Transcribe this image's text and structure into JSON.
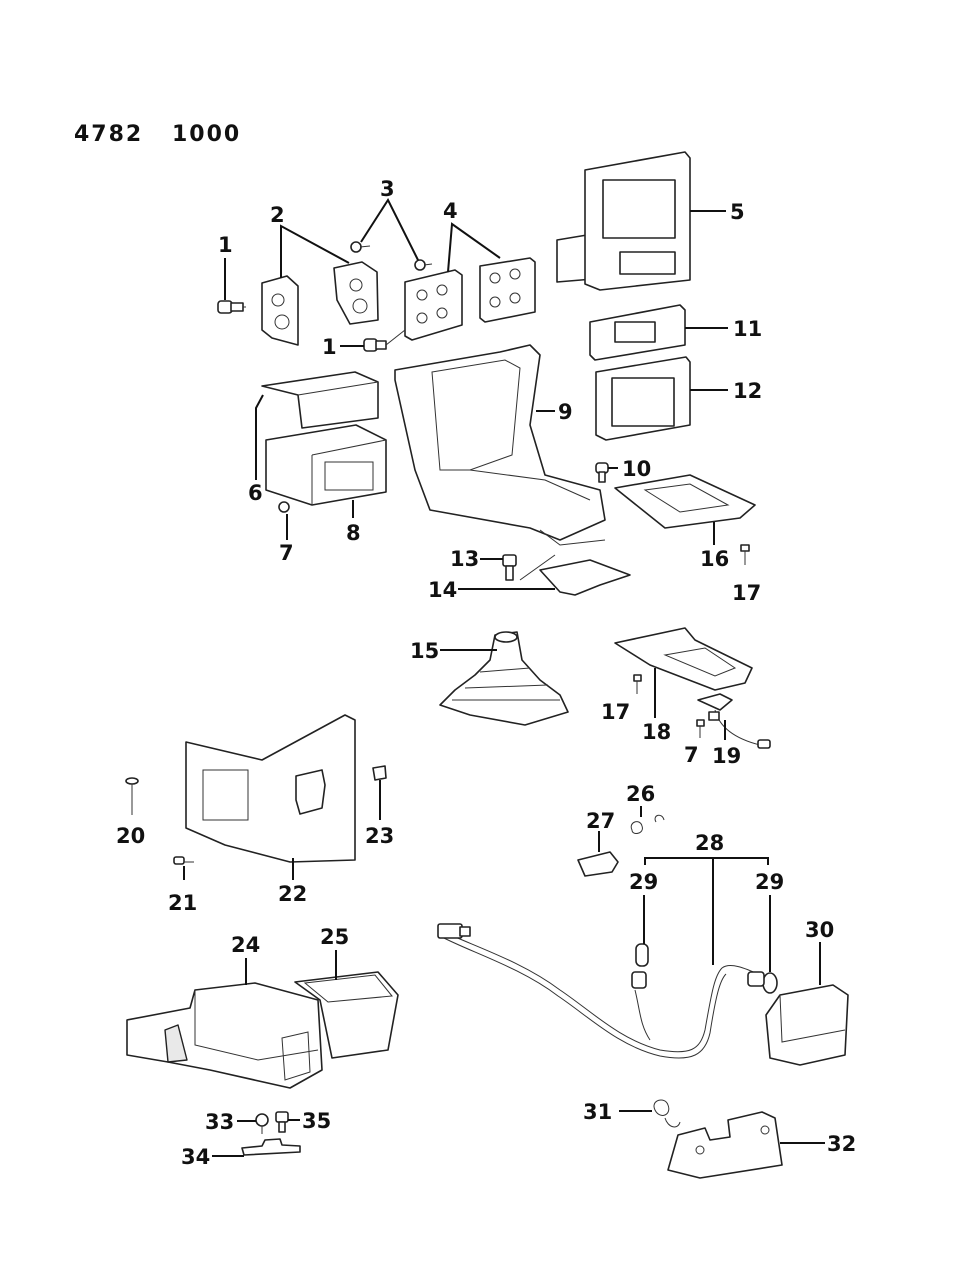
{
  "header": {
    "code_left": "4782",
    "code_right": "1000"
  },
  "callouts": {
    "c1a": "1",
    "c1b": "1",
    "c2": "2",
    "c3": "3",
    "c4": "4",
    "c5": "5",
    "c6": "6",
    "c7a": "7",
    "c7b": "7",
    "c8": "8",
    "c9": "9",
    "c10": "10",
    "c11": "11",
    "c12": "12",
    "c13": "13",
    "c14": "14",
    "c15": "15",
    "c16": "16",
    "c17a": "17",
    "c17b": "17",
    "c18": "18",
    "c19": "19",
    "c20": "20",
    "c21": "21",
    "c22": "22",
    "c23": "23",
    "c24": "24",
    "c25": "25",
    "c26": "26",
    "c27": "27",
    "c28": "28",
    "c29a": "29",
    "c29b": "29",
    "c30": "30",
    "c31": "31",
    "c32": "32",
    "c33": "33",
    "c34": "34",
    "c35": "35"
  }
}
